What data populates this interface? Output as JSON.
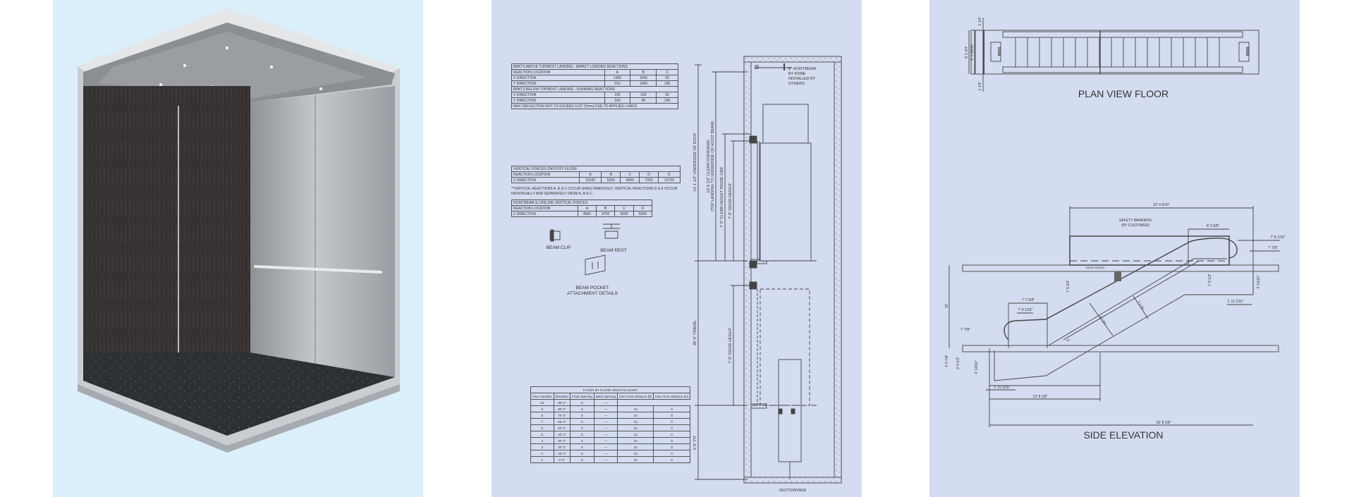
{
  "panels": {
    "cab": {
      "bg": "#dcf0fb",
      "wall_finish_color": "#2b2727",
      "steel_color": "#a9adb1",
      "floor_color": "#2c3035"
    },
    "elevator_drawing": {
      "bg": "#d3dcf0",
      "table_impact": {
        "title": "BRKTS ABOVE TOPMOST LANDING - IMPACT LOADING REACTIONS",
        "header": [
          "REACTION LOCATION",
          "A",
          "B",
          "C"
        ],
        "rows": [
          [
            "X DIRECTION",
            "1300",
            "1900",
            "50"
          ],
          [
            "Y DIRECTION",
            "310",
            "1450",
            "100"
          ]
        ],
        "title2": "BRKTS BELOW TOPMOST LANDING - RUNNING REACTIONS",
        "rows2": [
          [
            "X DIRECTION",
            "230",
            "190",
            "50"
          ],
          [
            "Y DIRECTION",
            "160",
            "60",
            "100"
          ]
        ],
        "note": "MAX DEFLECTION NOT TO EXCEED 0.20\" (5mm) DUE TO APPLIED LOADS"
      },
      "table_pit": {
        "title": "VERTICAL FORCES ONTO PIT FLOOR",
        "header": [
          "REACTION LOCATION",
          "A",
          "B",
          "C",
          "D",
          "E"
        ],
        "row": [
          "Z DIRECTION",
          "19100",
          "5200",
          "4900",
          "7200",
          "11700"
        ],
        "note": "**VERTICAL REACTIONS A, B & C OCCUR SIMULTANEOUSLY.  VERTICAL REACTIONS D & E OCCUR INDIVIDUALLY AND SEPARATELY FROM A, B & C."
      },
      "table_hoistbeam": {
        "title": "HOISTBEAM & LIFELINE VERTICAL FORCES",
        "header": [
          "REACTION LOCATION",
          "A",
          "B",
          "C",
          "D"
        ],
        "row": [
          "Z DIRECTION",
          "4600",
          "4700",
          "5000",
          "5000"
        ]
      },
      "beam_clip": "BEAM CLIP",
      "beam_rest": "BEAM REST",
      "beam_pocket": "BEAM POCKET",
      "attachment_details": "ATTACHMENT DETAILS",
      "floor_chart": {
        "title": "FLOOR BY FLOOR HEIGHTS CHART",
        "header": [
          "Floor Number",
          "Elevation",
          "Front Opening",
          "Back Opening",
          "Inter Floor Distance (ft)",
          "Inter Floor Distance (in)"
        ],
        "rows": [
          [
            "10",
            "90' 0\"",
            "X",
            "—"
          ],
          [
            "9",
            "80' 0\"",
            "X",
            "—"
          ],
          [
            "8",
            "70' 0\"",
            "X",
            "—"
          ],
          [
            "7",
            "60' 0\"",
            "X",
            "—"
          ],
          [
            "6",
            "50' 0\"",
            "X",
            "—"
          ],
          [
            "5",
            "40' 0\"",
            "X",
            "—"
          ],
          [
            "4",
            "30' 0\"",
            "X",
            "—"
          ],
          [
            "3",
            "20' 0\"",
            "X",
            "—"
          ],
          [
            "2",
            "10' 0\"",
            "X",
            "—"
          ],
          [
            "1",
            "0' 0\"",
            "X",
            "—"
          ]
        ],
        "inter": [
          [
            "10",
            "0"
          ],
          [
            "10",
            "0"
          ],
          [
            "10",
            "0"
          ],
          [
            "10",
            "0"
          ],
          [
            "10",
            "0"
          ],
          [
            "10",
            "0"
          ],
          [
            "10",
            "0"
          ],
          [
            "10",
            "0"
          ],
          [
            "10",
            "0"
          ]
        ]
      },
      "section": {
        "hoistbeam": [
          "8\" HOISTBEAM",
          "BY KONE",
          "INSTALLED BY",
          "OTHERS"
        ],
        "dim_roof": "14' 1 1/2\" UNDERSIDE OF ROOF",
        "dim_overhead": "13' 6 1/2\" CLEAR OVERHEAD",
        "dim_overhead_sub": "(TOP LANDING TO UNDERSIDE OF HOIST BEAM)",
        "dim_clear_height": "7' 6\" CLEAR HEIGHT INSIDE CAR",
        "dim_door_upper": "7' 0\" DOOR HEIGHT",
        "dim_travel": "90' 0\" TRAVEL",
        "dim_door_lower": "7' 0\" DOOR HEIGHT",
        "dim_pit": "5' 6\" PIT",
        "caption": "SECTIONVIEW"
      }
    },
    "escalator_drawing": {
      "bg": "#d3dcf0",
      "plan_title": "PLAN VIEW FLOOR",
      "plan_labels": {
        "left_box": "50AN",
        "right_box": "60AN",
        "top": "1 1/4\"",
        "bottom": "1 1/4\"",
        "w1": "5' 1 3/4\"",
        "w2": "5' 4 15/16\""
      },
      "side_title": "SIDE ELEVATION",
      "side_labels": {
        "top_span": "22' 4 9/16\"",
        "barriers": "SAFETY BARRIERS",
        "barriers_sub": "(BY CUSTOMER)",
        "upper_landing": "8' 2 5/8\"",
        "upper_h1": "7' 8 1/16\"",
        "upper_h2": "7' 7/8\"",
        "head_guard": "HEAD GUARD",
        "upper_pit_h": "7' 8 1/2\"",
        "upper_pit_d": "4' 13/16\"",
        "upper_pit_w": "1' 11 1/16\"",
        "lower_l1": "7' 2 5/8\"",
        "lower_l2": "7' 8 1/16\"",
        "lower_h": "7' 7/8\"",
        "rise": "12'",
        "clear": "7' 6 3/4\"",
        "angle": "30°",
        "truss1": "3' 1 5/8\"",
        "truss2": "3' 1 5/8\"",
        "lower_pit_d1": "4' 0 7/8\"",
        "lower_pit_d2": "3' 6 1/2\"",
        "lower_pit_d3": "4' 13/16\"",
        "lower_pit_w": "1' 11 1/16\"",
        "lower_span": "13' 8 1/8\"",
        "total_span": "32' 8 1/8\""
      }
    }
  }
}
